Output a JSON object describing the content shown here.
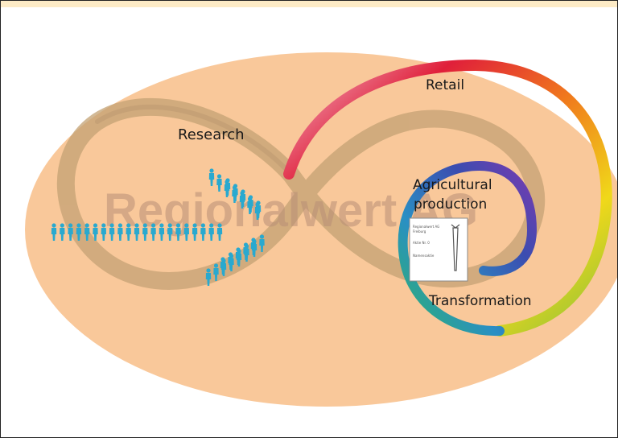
{
  "labels": {
    "retail": "Retail",
    "research": "Research",
    "agricultural": "Agricultural",
    "production": "production",
    "transformation": "Transformation"
  },
  "watermark": "Regionalwert AG",
  "card_lines": [
    "Regionalwert AG",
    "Freiburg",
    "Aktie Nr. 0",
    "Namensaktie"
  ],
  "colors": {
    "oval": "#f9c89a",
    "ribbon": "#c4a274",
    "people": "#29a9cf",
    "watermark": "#b98f76"
  }
}
